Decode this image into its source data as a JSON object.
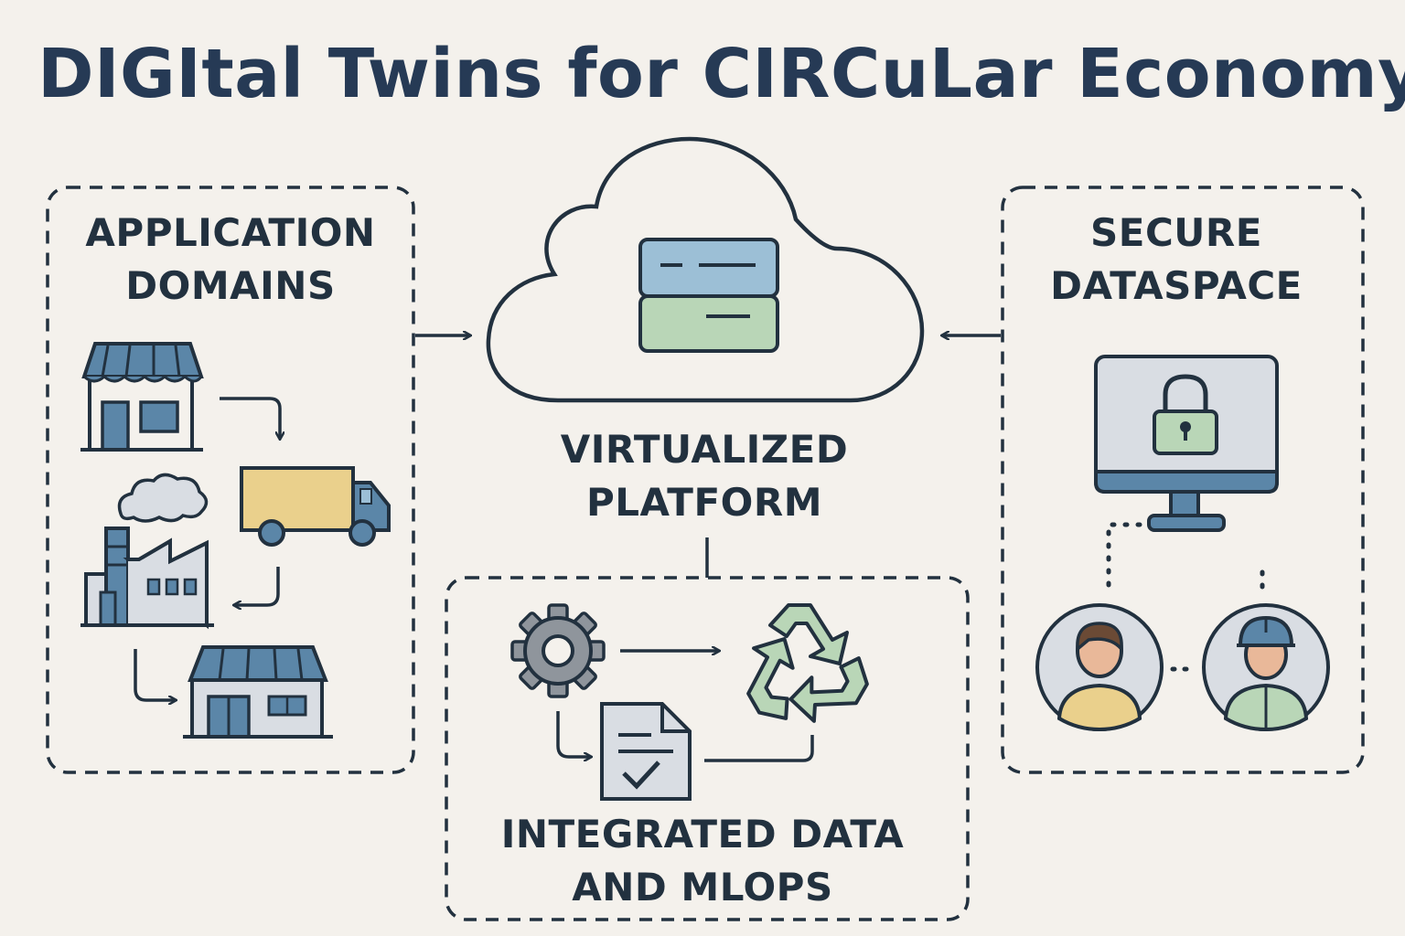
{
  "title": "DIGItal Twins for CIRCuLar Economy",
  "sections": {
    "application_domains": {
      "line1": "APPLICATION",
      "line2": "DOMAINS"
    },
    "virtualized_platform": {
      "line1": "VIRTUALIZED",
      "line2": "PLATFORM"
    },
    "secure_dataspace": {
      "line1": "SECURE",
      "line2": "DATASPACE"
    },
    "integrated_data": {
      "line1": "INTEGRATED DATA",
      "line2": "AND MLOPS"
    }
  },
  "colors": {
    "background": "#f4f1ec",
    "stroke": "#22313f",
    "blue": "#5b86a8",
    "light_blue": "#9cbfd6",
    "green": "#b9d6b7",
    "yellow": "#ead08c",
    "gray": "#d9dde3"
  }
}
